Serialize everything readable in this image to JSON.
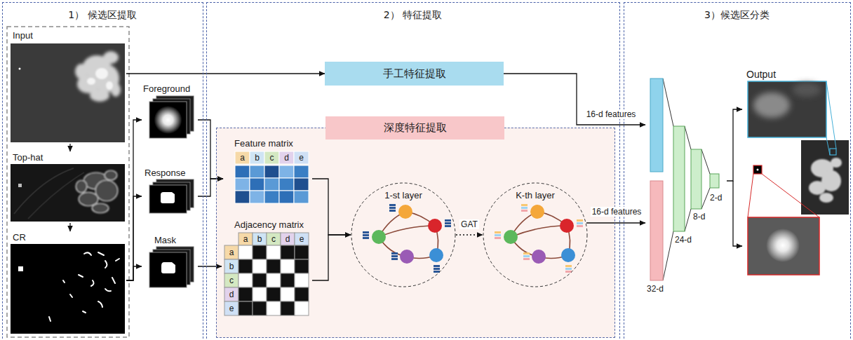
{
  "diagram": {
    "nodes": [
      {
        "text": [
          "1） 候选区提取"
        ]
      },
      {
        "text": [
          "Input"
        ],
        "in": 0
      },
      {
        "text": [
          "Top-hat"
        ],
        "in": 0
      },
      {
        "text": [
          "CR"
        ],
        "in": 0
      },
      {
        "text": [
          "Foreground"
        ],
        "in": 0
      },
      {
        "text": [
          "Response"
        ],
        "in": 0
      },
      {
        "text": [
          "Mask"
        ],
        "in": 0
      },
      {
        "text": [
          "2） 特征提取"
        ]
      },
      {
        "text": [
          "手工特征提取"
        ],
        "in": 7
      },
      {
        "text": [
          "深度特征提取"
        ],
        "in": 7
      },
      {
        "text": [
          "Feature matrix",
          "a",
          "b",
          "c",
          "d",
          "e"
        ],
        "in": 9
      },
      {
        "text": [
          "Adjacency matrix",
          "a",
          "b",
          "c",
          "d",
          "e",
          "a",
          "b",
          "c",
          "d",
          "e"
        ],
        "in": 9
      },
      {
        "text": [
          "1-st layer"
        ],
        "in": 9
      },
      {
        "text": [
          "K-th layer"
        ],
        "in": 9
      },
      {
        "text": [
          "3）候选区分类"
        ]
      },
      {
        "text": [
          "32-d",
          "24-d",
          "8-d",
          "2-d"
        ],
        "in": 14
      },
      {
        "text": [
          "Output"
        ],
        "in": 14
      }
    ],
    "edges": [
      {
        "from": 1,
        "to": 2,
        "arrow": "to"
      },
      {
        "from": 2,
        "to": 3,
        "arrow": "to"
      },
      {
        "from": 3,
        "to": 4,
        "arrow": "to"
      },
      {
        "from": 3,
        "to": 5,
        "arrow": "to"
      },
      {
        "from": 3,
        "to": 6,
        "arrow": "to"
      },
      {
        "from": 4,
        "to": 10,
        "arrow": "to"
      },
      {
        "from": 5,
        "to": 10,
        "arrow": "to"
      },
      {
        "from": 6,
        "to": 11,
        "arrow": "to"
      },
      {
        "from": 10,
        "to": 12,
        "arrow": "to"
      },
      {
        "from": 11,
        "to": 12,
        "arrow": "to"
      },
      {
        "from": 12,
        "to": 13,
        "label": "GAT",
        "arrow": "to"
      },
      {
        "from": 13,
        "to": 15,
        "label": "16-d features",
        "arrow": "to"
      },
      {
        "from": 1,
        "to": 8,
        "arrow": "to"
      },
      {
        "from": 8,
        "to": 15,
        "label": "16-d features",
        "arrow": "to"
      },
      {
        "from": 15,
        "to": 16,
        "arrow": "to"
      }
    ]
  }
}
